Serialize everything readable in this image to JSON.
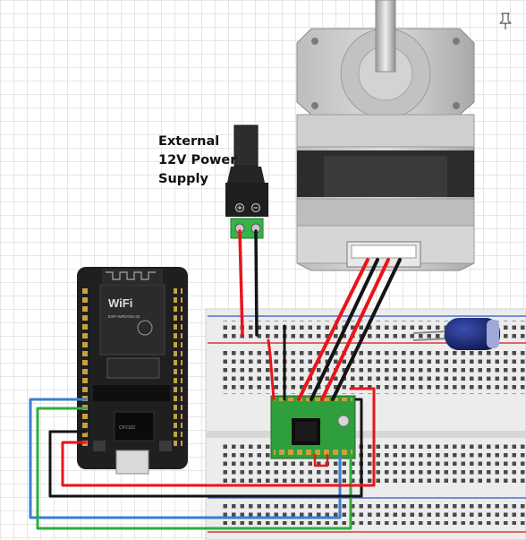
{
  "caption": {
    "lines": [
      "External",
      "12V Power",
      "Supply"
    ]
  },
  "esp32": {
    "wifi_text": "WiFi",
    "chip_text": "ESP-WROOM-32",
    "usb_chip_text": "CP2102"
  },
  "colors": {
    "red_wire": "#e8151b",
    "black_wire": "#141414",
    "blue_wire": "#3a7cd5",
    "green_wire": "#2fae3c",
    "driver_board": "#2f9e3c",
    "terminal": "#37b34a",
    "esp_board": "#1f1f1f",
    "capacitor": "#1c2a78"
  },
  "icons": {
    "pin": "pushpin-icon"
  }
}
